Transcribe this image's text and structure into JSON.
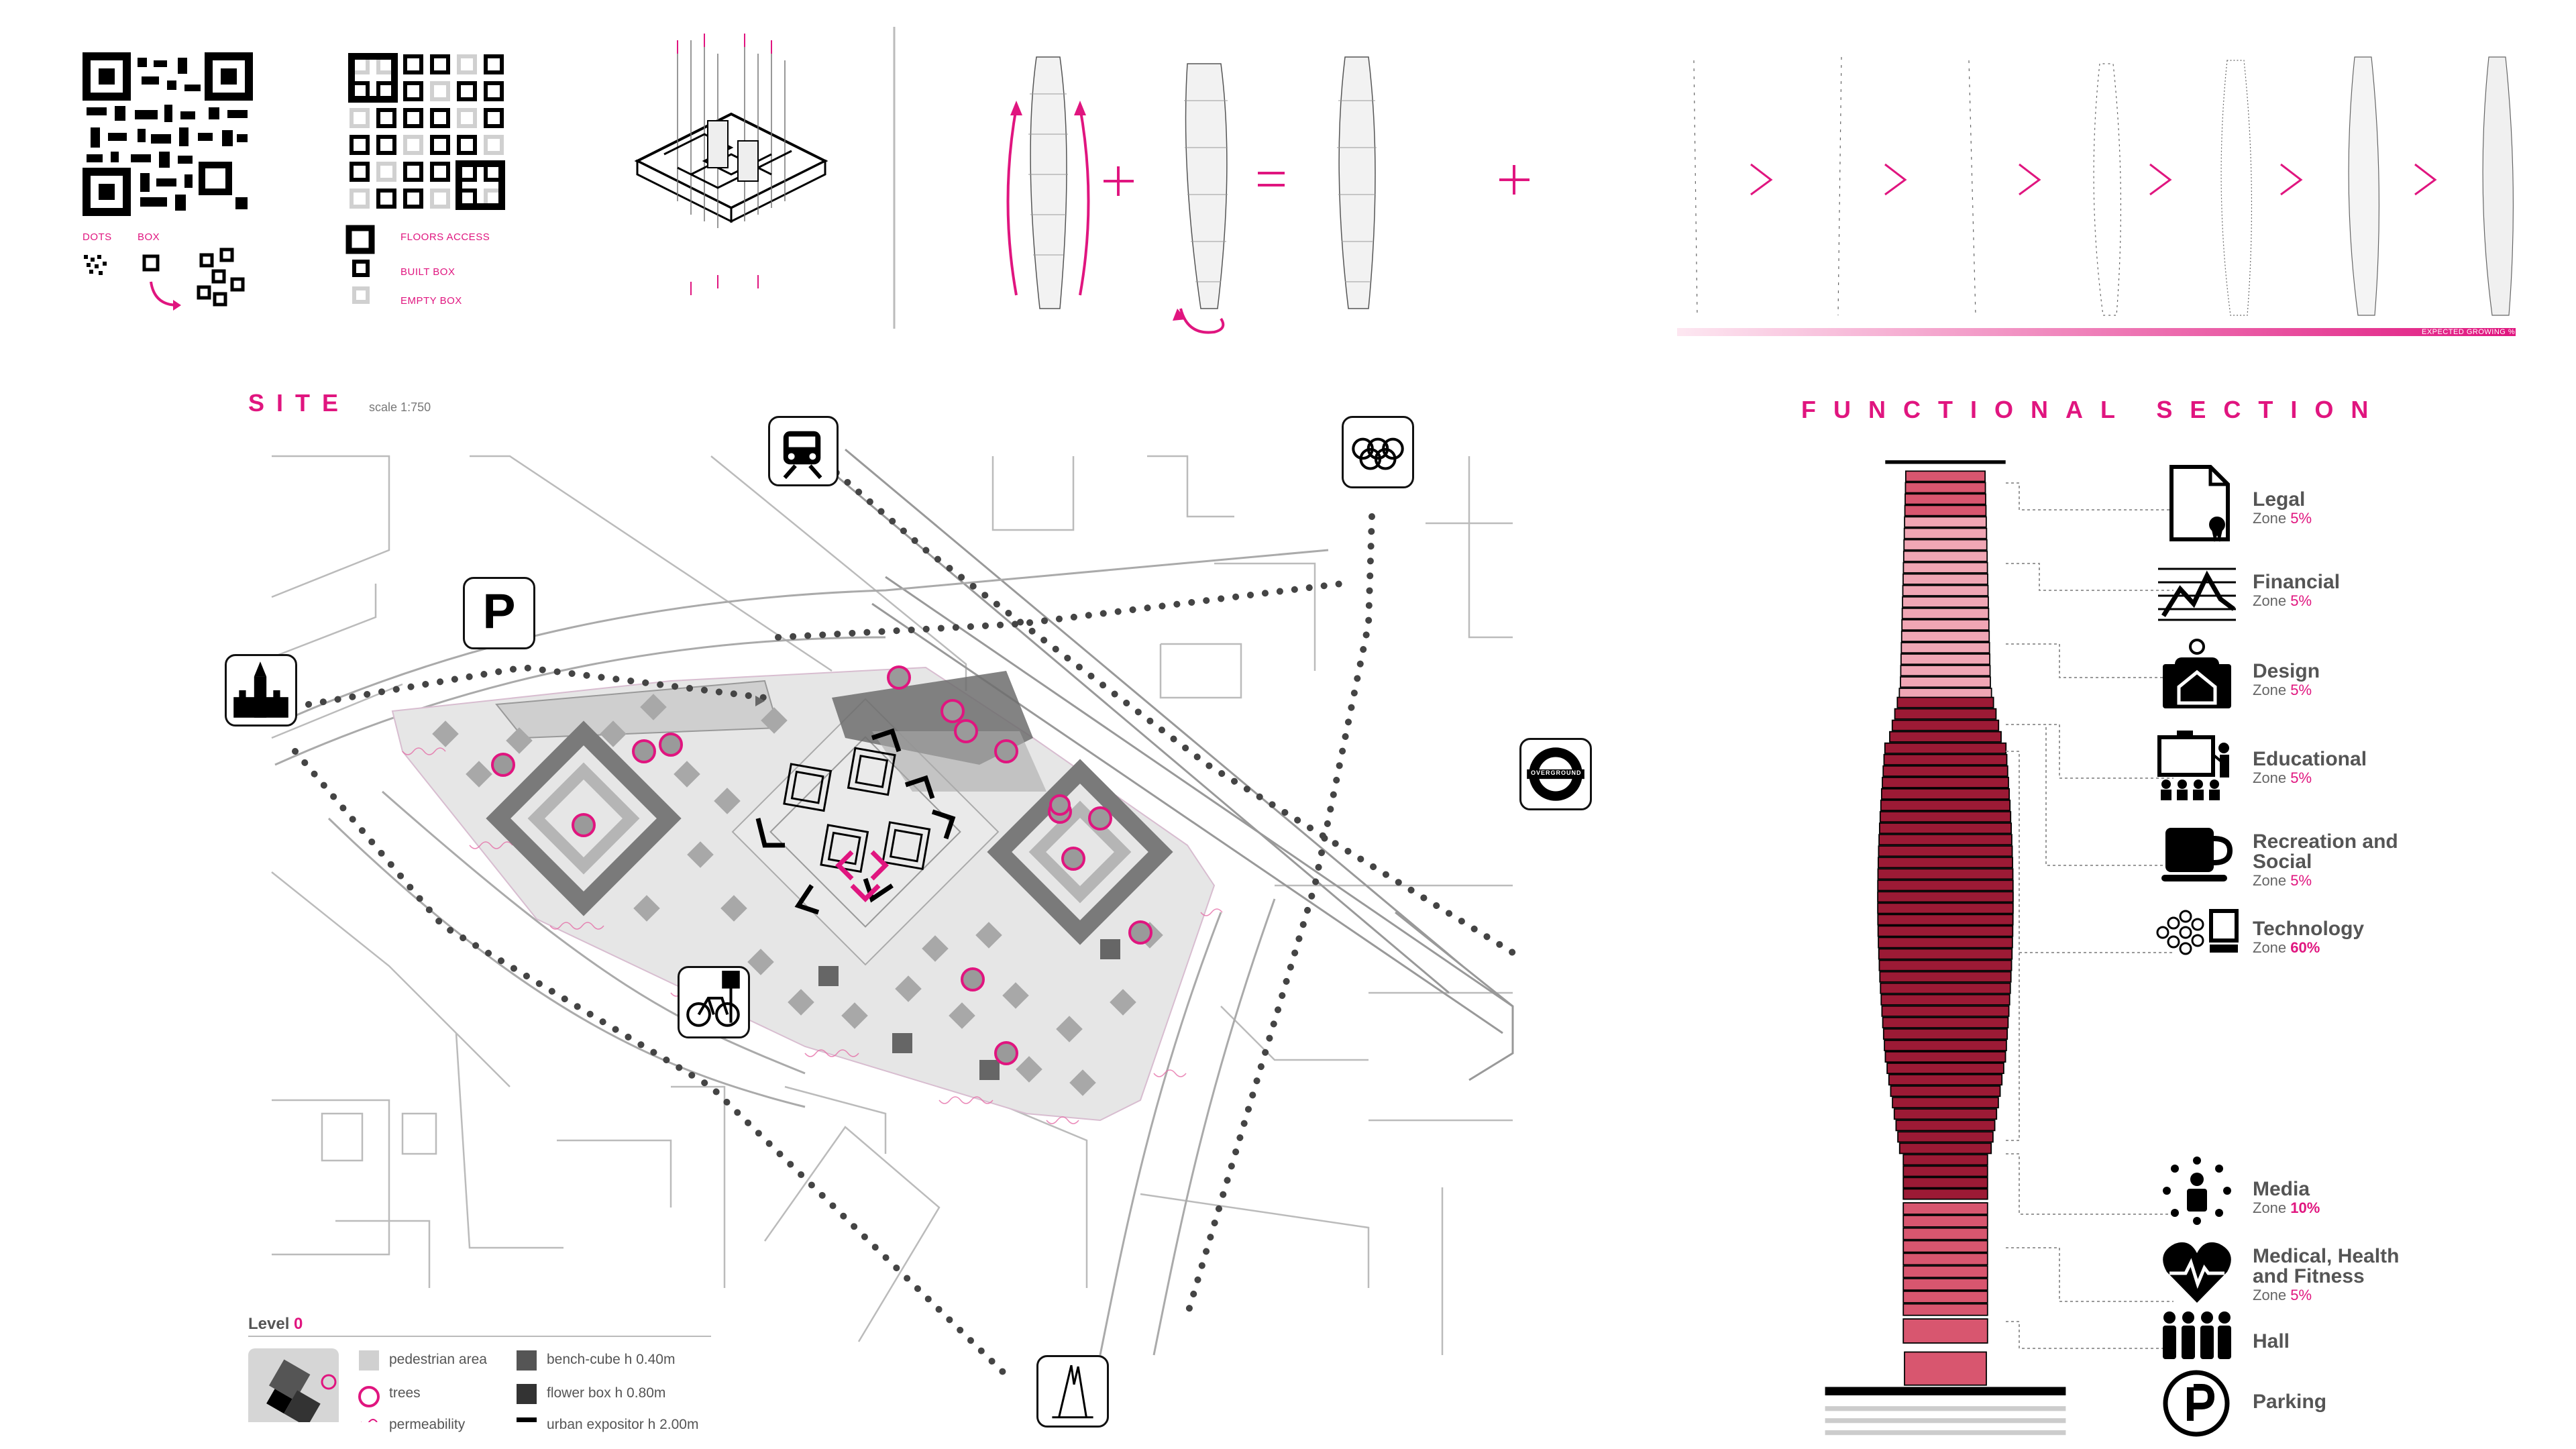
{
  "top_diagram": {
    "dots_label": "DOTS",
    "box_label": "BOX",
    "floors_access_label": "FLOORS ACCESS",
    "built_box_label": "BUILT BOX",
    "empty_box_label": "EMPTY BOX",
    "plus_sign": "+",
    "equals_sign": "=",
    "expected_growing_label": "EXPECTED GROWING %"
  },
  "site": {
    "title": "SITE",
    "scale": "scale 1:750",
    "overground_label": "OVERGROUND",
    "parking_letter": "P",
    "level_label": "Level",
    "level_value": "0",
    "legend": [
      {
        "label": "pedestrian area",
        "swatch": "#d0d0d0"
      },
      {
        "label": "trees",
        "swatch": "tree"
      },
      {
        "label": "permeability",
        "swatch": "permeability"
      },
      {
        "label": "bench-cube  h 0.40m",
        "swatch": "#555555"
      },
      {
        "label": "flower  box  h 0.80m",
        "swatch": "#333333"
      },
      {
        "label": "urban expositor h 2.00m",
        "swatch": "#000000"
      }
    ]
  },
  "functional_section": {
    "title": "FUNCTIONAL SECTION",
    "zones": [
      {
        "name": "Legal",
        "pct_prefix": "Zone ",
        "pct": "5%",
        "icon": "document-seal-icon",
        "bold": false
      },
      {
        "name": "Financial",
        "pct_prefix": "Zone ",
        "pct": "5%",
        "icon": "chart-line-icon",
        "bold": false
      },
      {
        "name": "Design",
        "pct_prefix": "Zone ",
        "pct": "5%",
        "icon": "designer-board-icon",
        "bold": false
      },
      {
        "name": "Educational",
        "pct_prefix": "Zone ",
        "pct": "5%",
        "icon": "classroom-icon",
        "bold": false
      },
      {
        "name": "Recreation and Social",
        "pct_prefix": "Zone ",
        "pct": "5%",
        "icon": "coffee-cup-icon",
        "bold": false
      },
      {
        "name": "Technology",
        "pct_prefix": "Zone ",
        "pct": "60%",
        "icon": "computer-network-icon",
        "bold": true
      },
      {
        "name": "Media",
        "pct_prefix": "Zone ",
        "pct": "10%",
        "icon": "media-person-icon",
        "bold": true
      },
      {
        "name": "Medical, Health and Fitness",
        "pct_prefix": "Zone ",
        "pct": "5%",
        "icon": "heart-pulse-icon",
        "bold": false
      },
      {
        "name": "Hall",
        "pct_prefix": "",
        "pct": "",
        "icon": "people-group-icon",
        "bold": false
      },
      {
        "name": "Parking",
        "pct_prefix": "",
        "pct": "",
        "icon": "parking-circle-icon",
        "bold": false
      }
    ],
    "colors": {
      "light_pink": "#f0a6b4",
      "mid_pink": "#d8566f",
      "dark_red": "#9c1a35",
      "accent": "#e0157f"
    }
  }
}
